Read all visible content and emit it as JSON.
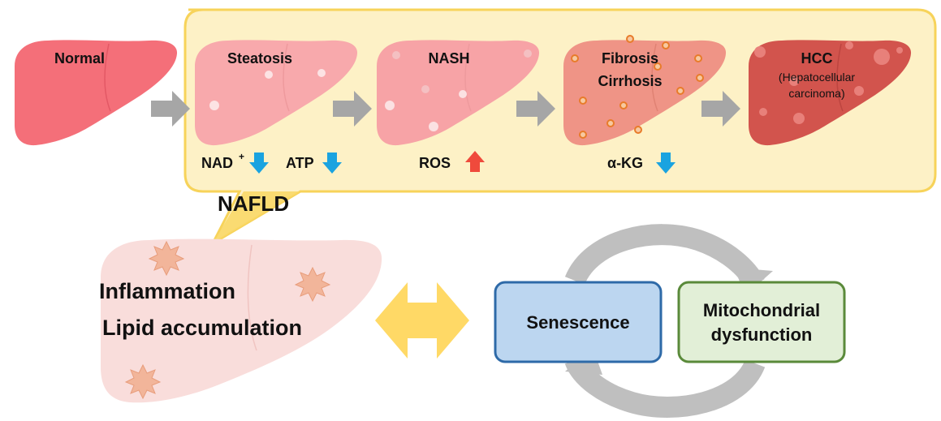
{
  "stages": [
    {
      "label": "Normal"
    },
    {
      "label": "Steatosis"
    },
    {
      "label": "NASH"
    },
    {
      "label_line1": "Fibrosis",
      "label_line2": "Cirrhosis"
    },
    {
      "label": "HCC",
      "sub_line1": "(Hepatocellular",
      "sub_line2": "carcinoma)"
    }
  ],
  "markers": [
    {
      "text": "NAD",
      "sup": "+",
      "direction": "down",
      "color": "#1aa3e0"
    },
    {
      "text": "ATP",
      "direction": "down",
      "color": "#1aa3e0"
    },
    {
      "text": "ROS",
      "direction": "up",
      "color": "#ef4a3c"
    },
    {
      "text": "α-KG",
      "direction": "down",
      "color": "#1aa3e0"
    }
  ],
  "group_label": "NAFLD",
  "lower": {
    "line1": "Inflammation",
    "line2": "Lipid accumulation"
  },
  "cycle": {
    "left_box": "Senescence",
    "right_box_line1": "Mitochondrial",
    "right_box_line2": "dysfunction"
  },
  "colors": {
    "nafld_panel": "#fdf1c6",
    "nafld_border": "#f7d35a",
    "normal_liver": "#f46f79",
    "steatosis_liver": "#f8a9ac",
    "nash_liver": "#f7a3a6",
    "fibrosis_liver": "#ef9486",
    "hcc_liver": "#d2544d",
    "senescence_box": "#bcd6f0",
    "senescence_border": "#2e6aa8",
    "mito_box": "#e2efd7",
    "mito_border": "#5a8a3a",
    "stage_arrow": "#a6a6a6",
    "double_arrow": "#ffd966"
  }
}
